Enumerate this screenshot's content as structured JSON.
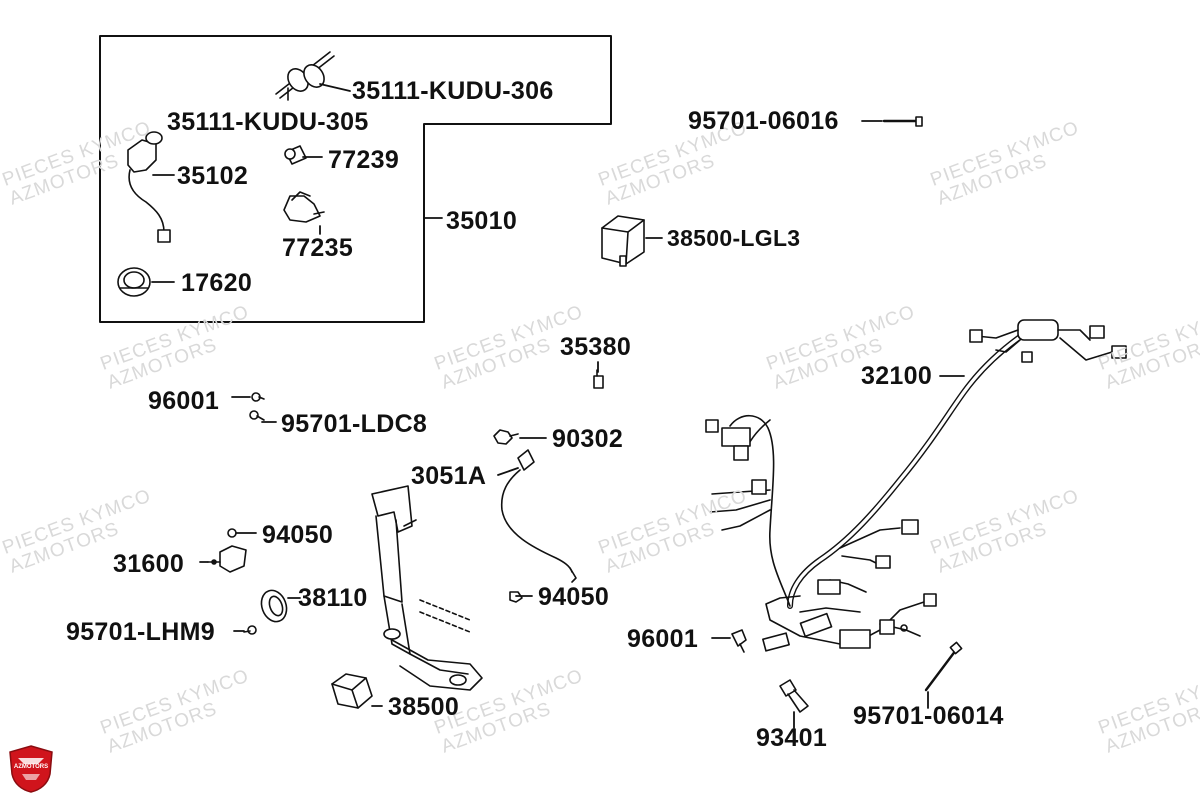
{
  "watermark": {
    "line1": "PIECES KYMCO",
    "line2": "AZMOTORS"
  },
  "logo": {
    "text": "AZMOTORS",
    "color": "#d0141c"
  },
  "callouts": [
    {
      "id": "35111-KUDU-306",
      "text": "35111-KUDU-306"
    },
    {
      "id": "35111-KUDU-305",
      "text": "35111-KUDU-305"
    },
    {
      "id": "35102",
      "text": "35102"
    },
    {
      "id": "77239",
      "text": "77239"
    },
    {
      "id": "35010",
      "text": "35010"
    },
    {
      "id": "77235",
      "text": "77235"
    },
    {
      "id": "17620",
      "text": "17620"
    },
    {
      "id": "95701-06016",
      "text": "95701-06016"
    },
    {
      "id": "38500-LGL3",
      "text": "38500-LGL3"
    },
    {
      "id": "35380",
      "text": "35380"
    },
    {
      "id": "32100",
      "text": "32100"
    },
    {
      "id": "96001-a",
      "text": "96001"
    },
    {
      "id": "95701-LDC8",
      "text": "95701-LDC8"
    },
    {
      "id": "90302",
      "text": "90302"
    },
    {
      "id": "3051A",
      "text": "3051A"
    },
    {
      "id": "94050-a",
      "text": "94050"
    },
    {
      "id": "31600",
      "text": "31600"
    },
    {
      "id": "38110",
      "text": "38110"
    },
    {
      "id": "94050-b",
      "text": "94050"
    },
    {
      "id": "95701-LHM9",
      "text": "95701-LHM9"
    },
    {
      "id": "96001-b",
      "text": "96001"
    },
    {
      "id": "38500",
      "text": "38500"
    },
    {
      "id": "95701-06014",
      "text": "95701-06014"
    },
    {
      "id": "93401",
      "text": "93401"
    }
  ]
}
